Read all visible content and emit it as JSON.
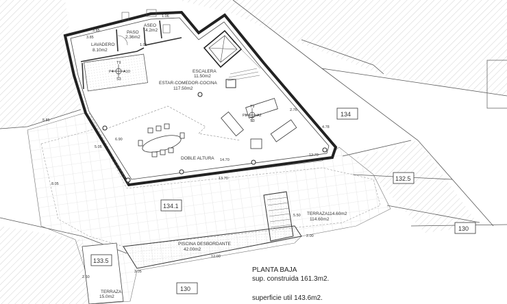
{
  "rooms": {
    "lavadero": {
      "name": "LAVADERO",
      "area": "8.10m2"
    },
    "paso": {
      "name": "PASO",
      "area": "2.36m2"
    },
    "aseo": {
      "name": "ASEO",
      "area": "4.2m2"
    },
    "escalera": {
      "name": "ESCALERA",
      "area": "11.50m2"
    },
    "estar": {
      "name": "ESTAR-COMEDOR-COCINA",
      "area": "117.50m2"
    },
    "doble_altura": {
      "name": "DOBLE ALTURA"
    },
    "terraza": {
      "name": "TERRAZA",
      "area": "114.60m2"
    },
    "piscina": {
      "name": "PISCINA DESBORDANTE",
      "area": "42.00m2"
    },
    "terraza2": {
      "name": "TERRAZA",
      "area": "15.0m2"
    }
  },
  "markers": {
    "p4": {
      "id": "P4",
      "sub_top": "T9",
      "sub_right": "A10",
      "sub_bottom": "S3"
    },
    "p8": {
      "id": "P8",
      "sub_top": "T9",
      "sub_right": "A2",
      "sub_bottom": "S3"
    }
  },
  "levels": [
    "134",
    "132.5",
    "134.1",
    "133.5",
    "130",
    "130"
  ],
  "dimensions": [
    "3.85",
    "1.05",
    "1.06",
    "3.85",
    "2.76",
    "5.85",
    "5.05",
    "8.05",
    "14.70",
    "13.70",
    "12.70",
    "6.90",
    "4.78",
    "5.50",
    "12.00",
    "3.05",
    "2.60",
    "2.00"
  ],
  "title": {
    "line1": "PLANTA BAJA",
    "line2": "sup. construida 161.3m2.",
    "line3": "superficie util 143.6m2."
  }
}
